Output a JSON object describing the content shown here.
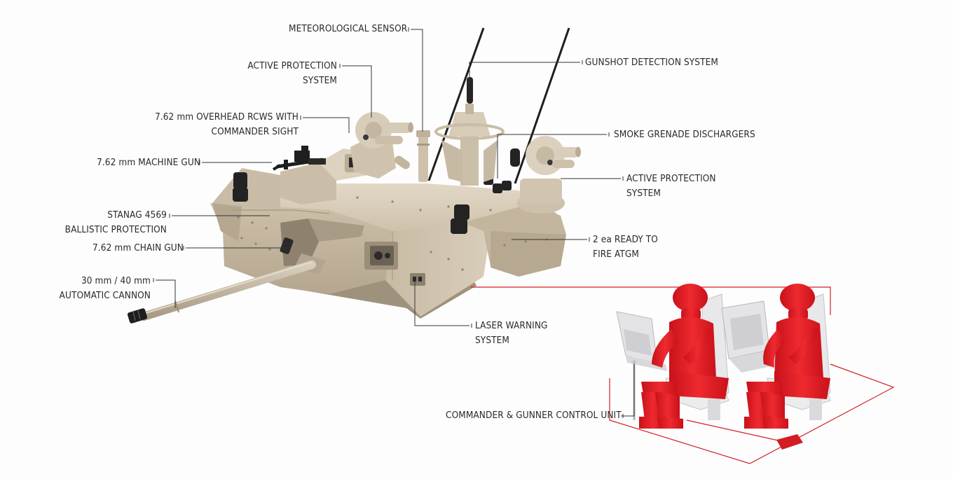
{
  "colors": {
    "background": "#fdfdfd",
    "turret": "#d6cab6",
    "turret_shade": "#b7aa95",
    "dark": "#1f1f1f",
    "crew": "#e41e26",
    "seat": "#e9e9ea",
    "leader": "#333333"
  },
  "labels": {
    "meteorological_sensor": "METEOROLOGICAL SENSOR",
    "active_protection_left": [
      "ACTIVE PROTECTION",
      "SYSTEM"
    ],
    "gunshot_detection": "GUNSHOT DETECTION SYSTEM",
    "overhead_rcws": [
      "7.62 mm OVERHEAD RCWS WITH",
      "COMMANDER SIGHT"
    ],
    "smoke_grenade": "SMOKE GRENADE DISCHARGERS",
    "machine_gun": "7.62 mm MACHINE GUN",
    "active_protection_right": [
      "ACTIVE PROTECTION",
      "SYSTEM"
    ],
    "stanag": [
      "STANAG 4569",
      "BALLISTIC PROTECTION"
    ],
    "atgm": [
      "2 ea READY TO",
      "FIRE ATGM"
    ],
    "chain_gun": "7.62 mm CHAIN GUN",
    "cannon": [
      "30 mm / 40 mm",
      "AUTOMATIC CANNON"
    ],
    "laser_warning": [
      "LASER WARNING",
      "SYSTEM"
    ],
    "control_unit": "COMMANDER & GUNNER CONTROL UNIT"
  }
}
